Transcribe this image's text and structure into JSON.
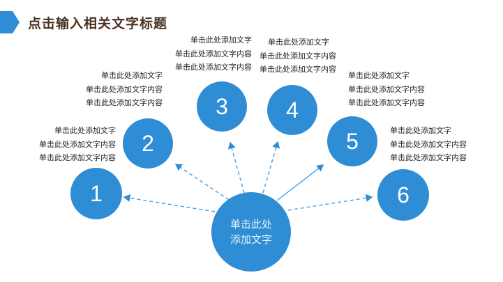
{
  "title": "点击输入相关文字标题",
  "center": {
    "line1": "单击此处",
    "line2": "添加文字"
  },
  "nodes": [
    {
      "num": "1",
      "lines": [
        "单击此处添加文字",
        "单击此处添加文字内容",
        "单击此处添加文字内容"
      ]
    },
    {
      "num": "2",
      "lines": [
        "单击此处添加文字",
        "单击此处添加文字内容",
        "单击此处添加文字内容"
      ]
    },
    {
      "num": "3",
      "lines": [
        "单击此处添加文字",
        "单击此处添加文字内容",
        "单击此处添加文字内容"
      ]
    },
    {
      "num": "4",
      "lines": [
        "单击此处添加文字",
        "单击此处添加文字内容",
        "单击此处添加文字内容"
      ]
    },
    {
      "num": "5",
      "lines": [
        "单击此处添加文字",
        "单击此处添加文字内容",
        "单击此处添加文字内容"
      ]
    },
    {
      "num": "6",
      "lines": [
        "单击此处添加文字",
        "单击此处添加文字内容",
        "单击此处添加文字内容"
      ]
    }
  ],
  "colors": {
    "accent": "#2f8dd6",
    "title": "#4a3222"
  }
}
